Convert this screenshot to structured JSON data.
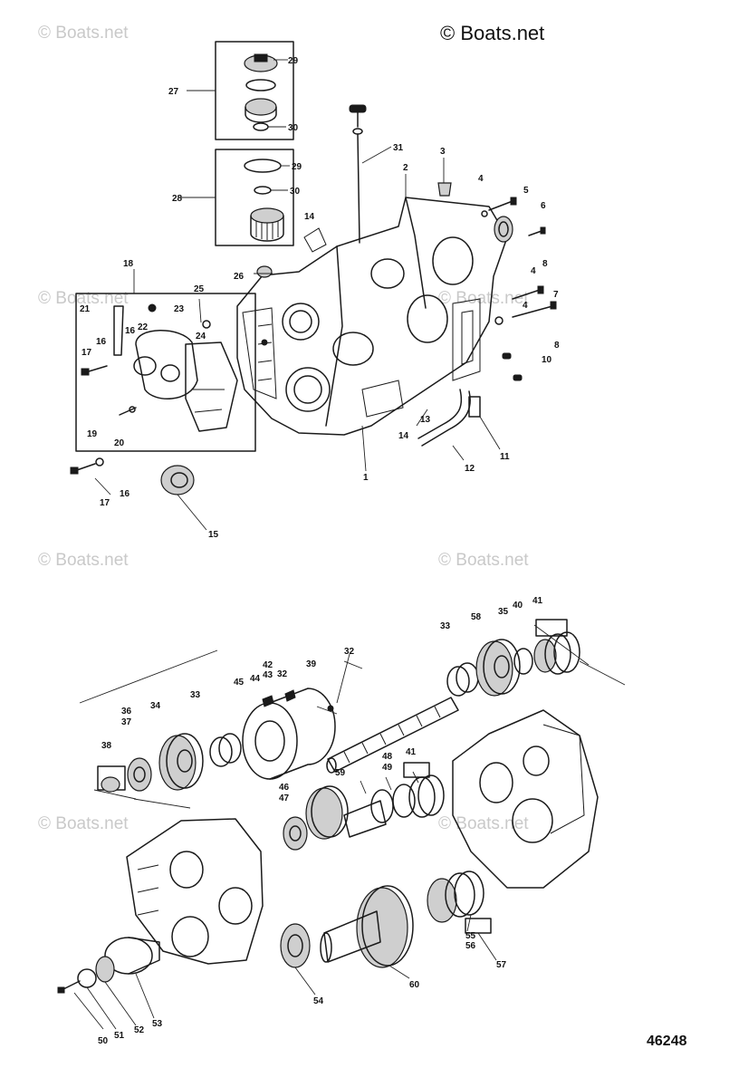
{
  "copyright": "© Boats.net",
  "watermark": "© Boats.net",
  "figure_number": "46248",
  "callouts": {
    "c1": "1",
    "c2": "2",
    "c3": "3",
    "c4a": "4",
    "c4b": "4",
    "c4c": "4",
    "c5": "5",
    "c6": "6",
    "c7": "7",
    "c8a": "8",
    "c8b": "8",
    "c10": "10",
    "c11": "11",
    "c12": "12",
    "c13": "13",
    "c14a": "14",
    "c14b": "14",
    "c15": "15",
    "c16a": "16",
    "c16b": "16",
    "c16c": "16",
    "c17a": "17",
    "c17b": "17",
    "c18": "18",
    "c19": "19",
    "c20": "20",
    "c21": "21",
    "c22": "22",
    "c23": "23",
    "c24": "24",
    "c25": "25",
    "c26": "26",
    "c27": "27",
    "c28": "28",
    "c29a": "29",
    "c29b": "29",
    "c30a": "30",
    "c30b": "30",
    "c31": "31",
    "c32a": "32",
    "c32b": "32",
    "c33a": "33",
    "c33b": "33",
    "c34": "34",
    "c35": "35",
    "c36": "36",
    "c37": "37",
    "c38": "38",
    "c39": "39",
    "c40": "40",
    "c41a": "41",
    "c41b": "41",
    "c42": "42",
    "c43": "43",
    "c44": "44",
    "c45": "45",
    "c46": "46",
    "c47": "47",
    "c48": "48",
    "c49": "49",
    "c50": "50",
    "c51": "51",
    "c52": "52",
    "c53": "53",
    "c54": "54",
    "c55": "55",
    "c56": "56",
    "c57": "57",
    "c58": "58",
    "c59": "59",
    "c60": "60"
  }
}
